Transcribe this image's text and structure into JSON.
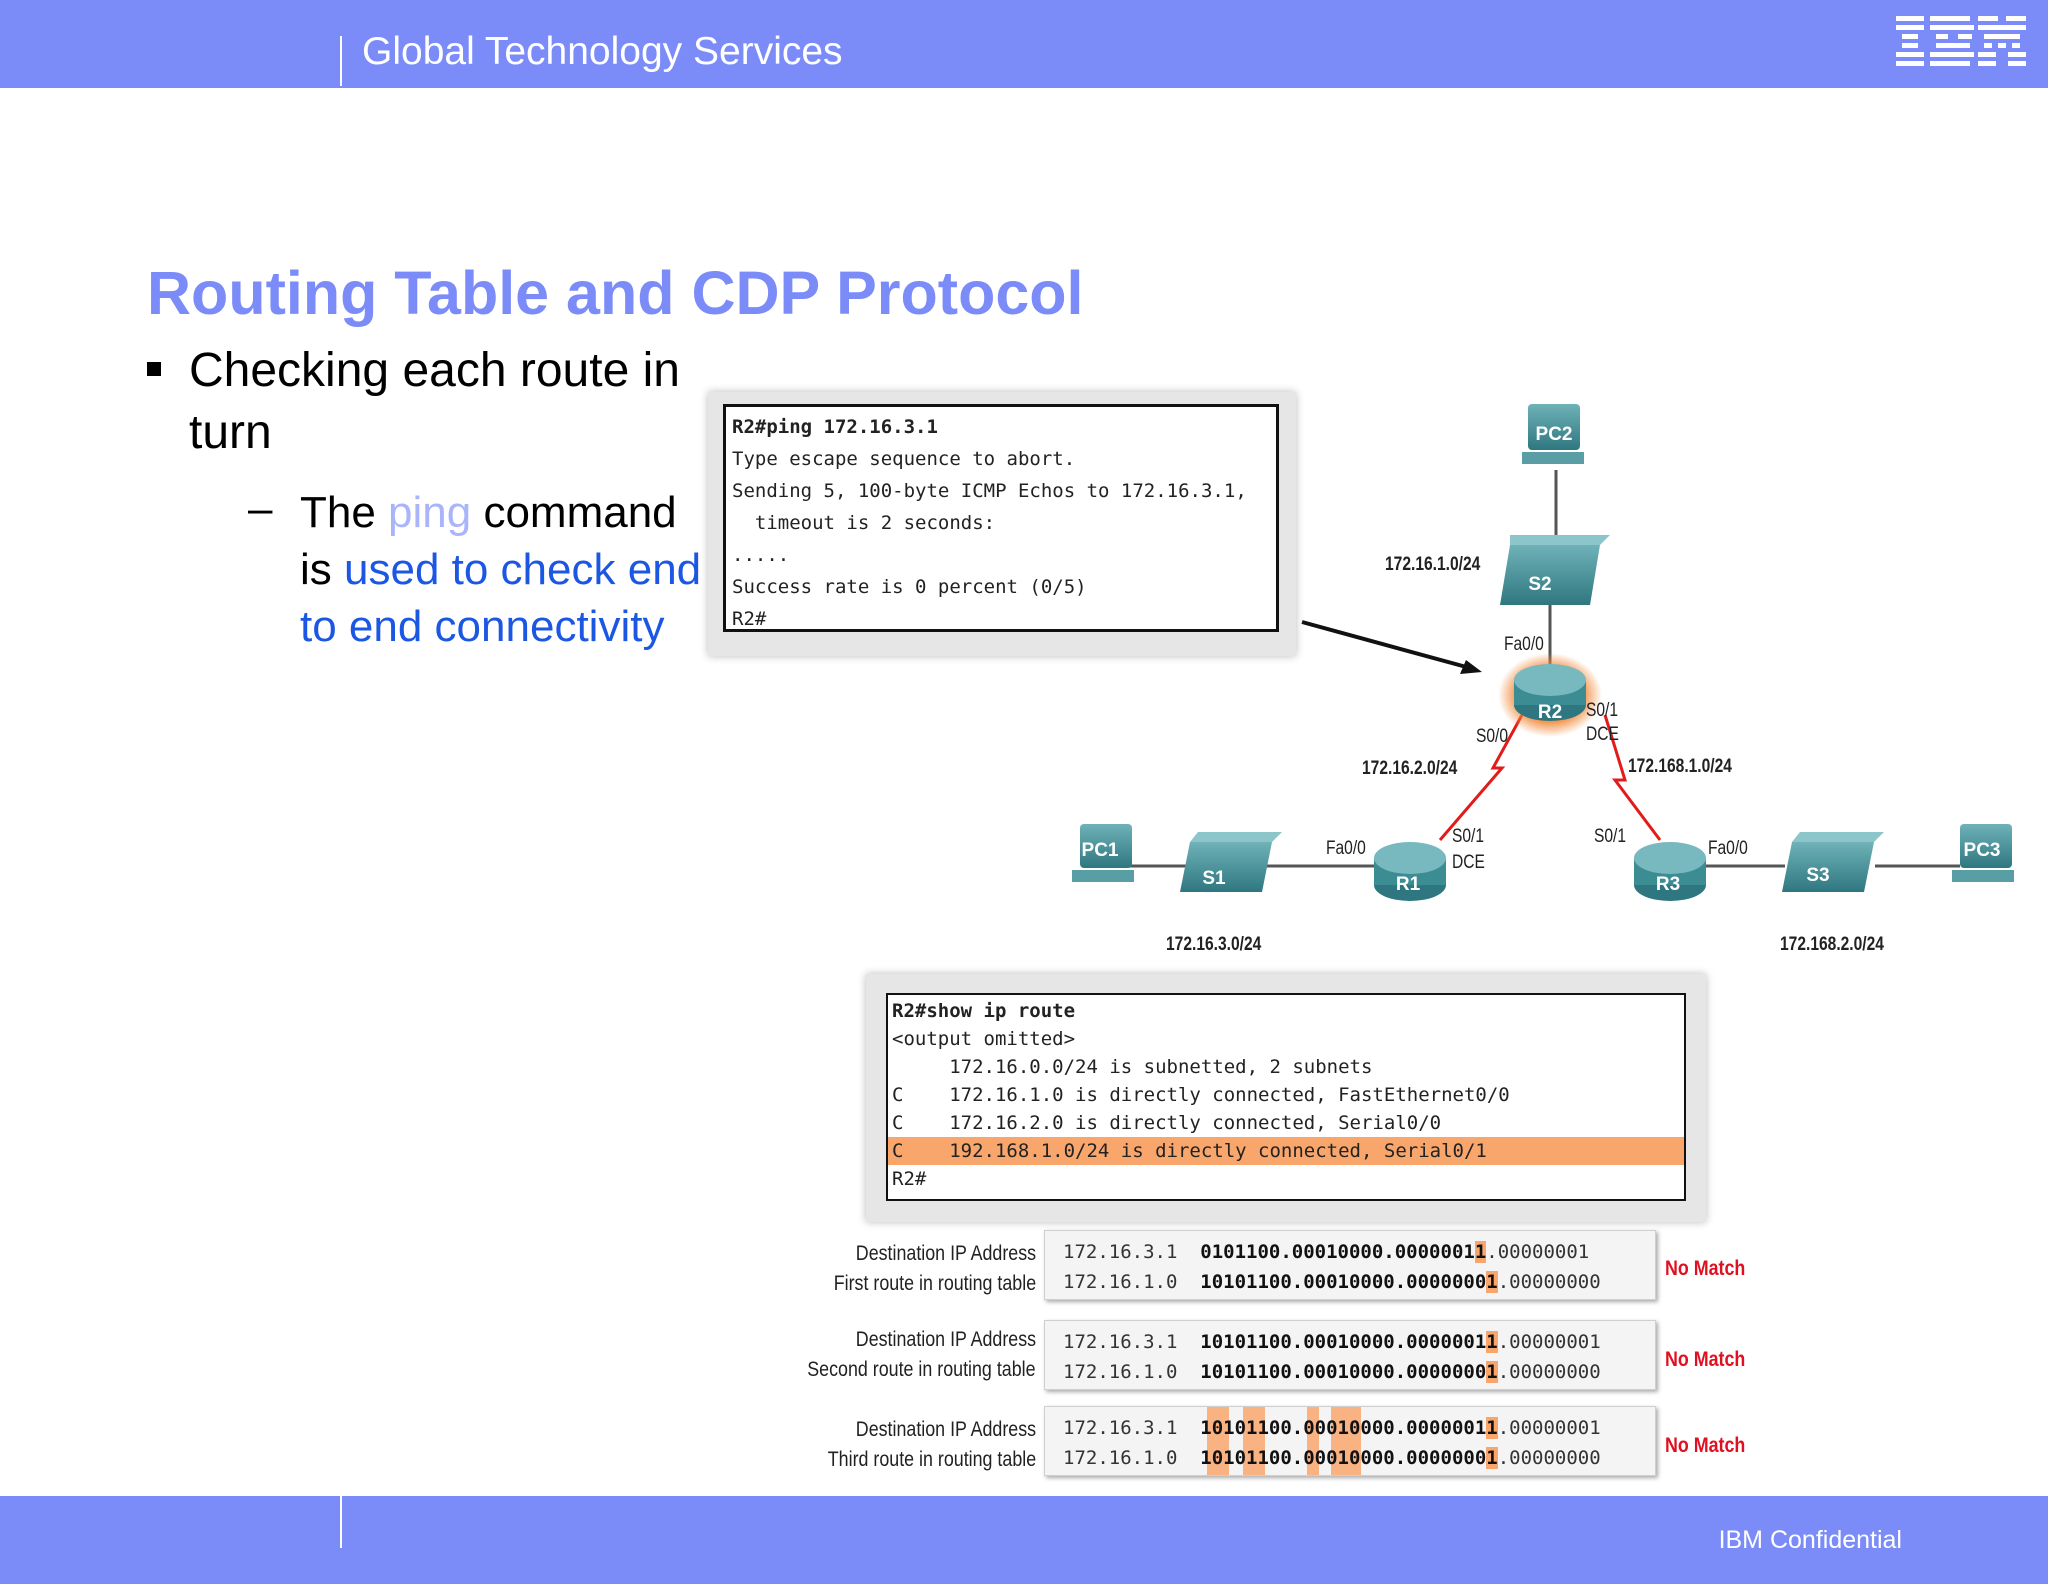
{
  "header": {
    "title": "Global Technology Services",
    "logo_text": "IBM"
  },
  "footer": {
    "confidential": "IBM Confidential"
  },
  "slide": {
    "title": "Routing Table and CDP Protocol",
    "bullet1": "Checking each route in turn",
    "bullet2": {
      "dash": "–",
      "prefix": "The ",
      "ping": "ping",
      "mid": " command is ",
      "rest": "used to check end to end connectivity"
    }
  },
  "ping_console": {
    "lines": [
      "R2#ping 172.16.3.1",
      "Type escape sequence to abort.",
      "Sending 5, 100-byte ICMP Echos to 172.16.3.1,",
      "  timeout is 2 seconds:",
      ".....",
      "Success rate is 0 percent (0/5)",
      "R2#"
    ]
  },
  "route_console": {
    "lines": [
      "R2#show ip route",
      "<output omitted>",
      "     172.16.0.0/24 is subnetted, 2 subnets",
      "C    172.16.1.0 is directly connected, FastEthernet0/0",
      "C    172.16.2.0 is directly connected, Serial0/0",
      "C    192.168.1.0/24 is directly connected, Serial0/1",
      "R2#"
    ]
  },
  "topology": {
    "devices": {
      "pc1": "PC1",
      "pc2": "PC2",
      "pc3": "PC3",
      "s1": "S1",
      "s2": "S2",
      "s3": "S3",
      "r1": "R1",
      "r2": "R2",
      "r3": "R3"
    },
    "networks": {
      "net_s2": "172.16.1.0/24",
      "net_r1r2": "172.16.2.0/24",
      "net_r2r3": "172.168.1.0/24",
      "net_s1": "172.16.3.0/24",
      "net_s3": "172.168.2.0/24"
    },
    "interfaces": {
      "r2_fa": "Fa0/0",
      "r2_s00": "S0/0",
      "r2_s01": "S0/1",
      "r2_dce": "DCE",
      "r1_fa": "Fa0/0",
      "r1_s01": "S0/1",
      "r1_dce": "DCE",
      "r3_s01": "S0/1",
      "r3_fa": "Fa0/0"
    }
  },
  "comparisons": [
    {
      "label_top": "Destination IP Address",
      "label_bottom": "First route in routing table",
      "ip_top": "172.16.3.1",
      "bin_top": "0101100.00010000.0000001",
      "bin_top_hl": "1",
      "bin_top_tail": ".00000001",
      "ip_bottom": "172.16.1.0",
      "bin_bottom": "10101100.00010000.0000000",
      "bin_bottom_hl": "1",
      "bin_bottom_tail": ".00000000",
      "result": "No Match"
    },
    {
      "label_top": "Destination IP Address",
      "label_bottom": "Second route in routing table",
      "ip_top": "172.16.3.1",
      "bin_top": "10101100.00010000.0000001",
      "bin_top_hl": "1",
      "bin_top_tail": ".00000001",
      "ip_bottom": "172.16.1.0",
      "bin_bottom": "10101100.00010000.0000000",
      "bin_bottom_hl": "1",
      "bin_bottom_tail": ".00000000",
      "result": "No Match"
    },
    {
      "label_top": "Destination IP Address",
      "label_bottom": "Third route in routing table",
      "ip_top": "172.16.3.1",
      "bin_top": "10101100.00010000.0000001",
      "bin_top_hl": "1",
      "bin_top_tail": ".00000001",
      "ip_bottom": "172.16.1.0",
      "bin_bottom": "10101100.00010000.0000000",
      "bin_bottom_hl": "1",
      "bin_bottom_tail": ".00000000",
      "result": "No Match"
    }
  ],
  "colors": {
    "brand_bar": "#7b8cf9",
    "title": "#7b8cf9",
    "highlight": "#f9a66c",
    "link_blue": "#1c57e3",
    "no_match": "#e01020",
    "device": "#3c8c94"
  }
}
